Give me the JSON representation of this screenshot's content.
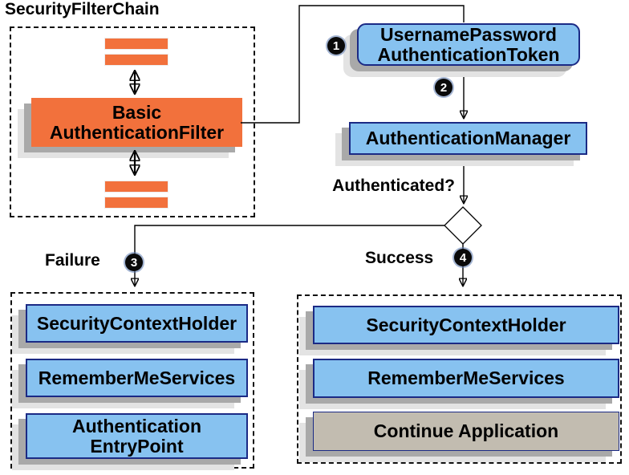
{
  "title": "SecurityFilterChain",
  "colors": {
    "filter_orange": "#F2713C",
    "node_blue": "#87C2F0",
    "node_border_navy": "#1B2A85",
    "continue_tan": "#C2BCB0",
    "shadow_dark": "#A9A9A9",
    "shadow_light": "#E3E3E3"
  },
  "filter_chain": {
    "filter_line1": "Basic",
    "filter_line2": "AuthenticationFilter"
  },
  "token": {
    "line1": "UsernamePassword",
    "line2": "AuthenticationToken",
    "badge": "1"
  },
  "manager": {
    "label": "AuthenticationManager",
    "badge": "2"
  },
  "decision": {
    "label": "Authenticated?"
  },
  "failure": {
    "label": "Failure",
    "badge": "3",
    "box1": "SecurityContextHolder",
    "box2": "RememberMeServices",
    "box3_line1": "Authentication",
    "box3_line2": "EntryPoint"
  },
  "success": {
    "label": "Success",
    "badge": "4",
    "box1": "SecurityContextHolder",
    "box2": "RememberMeServices",
    "box3": "Continue Application"
  }
}
